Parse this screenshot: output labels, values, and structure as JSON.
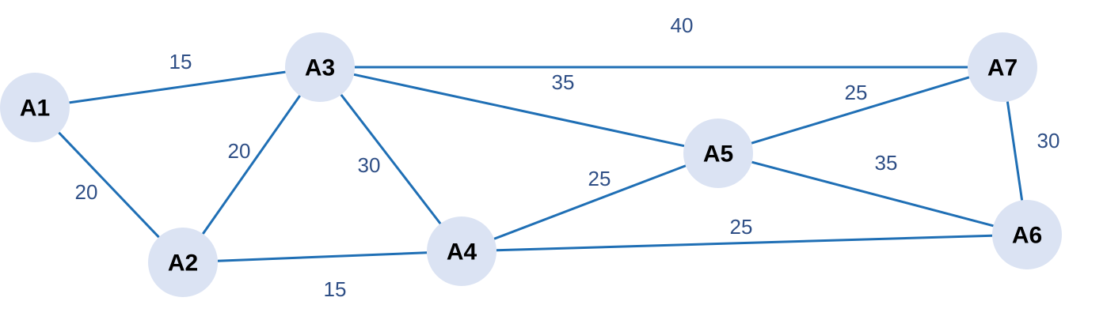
{
  "nodes": [
    {
      "id": "A1",
      "label": "A1"
    },
    {
      "id": "A2",
      "label": "A2"
    },
    {
      "id": "A3",
      "label": "A3"
    },
    {
      "id": "A4",
      "label": "A4"
    },
    {
      "id": "A5",
      "label": "A5"
    },
    {
      "id": "A6",
      "label": "A6"
    },
    {
      "id": "A7",
      "label": "A7"
    }
  ],
  "edges": [
    {
      "from": "A1",
      "to": "A3",
      "weight": "15"
    },
    {
      "from": "A1",
      "to": "A2",
      "weight": "20"
    },
    {
      "from": "A2",
      "to": "A3",
      "weight": "20"
    },
    {
      "from": "A2",
      "to": "A4",
      "weight": "15"
    },
    {
      "from": "A3",
      "to": "A4",
      "weight": "30"
    },
    {
      "from": "A3",
      "to": "A5",
      "weight": "35"
    },
    {
      "from": "A3",
      "to": "A7",
      "weight": "40"
    },
    {
      "from": "A4",
      "to": "A5",
      "weight": "25"
    },
    {
      "from": "A4",
      "to": "A6",
      "weight": "25"
    },
    {
      "from": "A5",
      "to": "A7",
      "weight": "25"
    },
    {
      "from": "A5",
      "to": "A6",
      "weight": "35"
    },
    {
      "from": "A7",
      "to": "A6",
      "weight": "30"
    }
  ],
  "colors": {
    "edge": "#1f6fb5",
    "node_fill": "#dbe3f3",
    "weight_text": "#2f4f86",
    "node_text": "#000000"
  }
}
